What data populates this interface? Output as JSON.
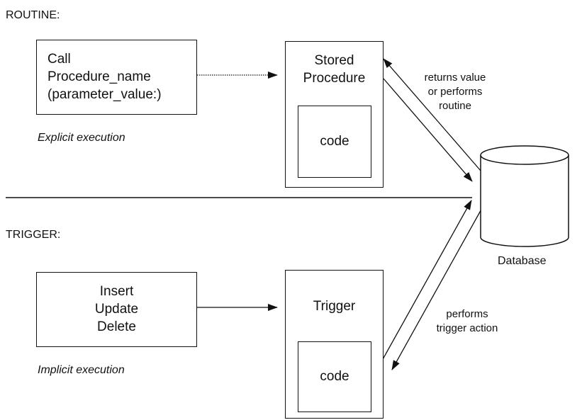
{
  "routine": {
    "section_label": "ROUTINE:",
    "call_lines": [
      "Call",
      "Procedure_name",
      "(parameter_value:)"
    ],
    "execution_label": "Explicit execution",
    "proc_title_lines": [
      "Stored",
      "Procedure"
    ],
    "code_label": "code",
    "return_note_lines": [
      "returns value",
      "or performs",
      "routine"
    ]
  },
  "trigger": {
    "section_label": "TRIGGER:",
    "event_lines": [
      "Insert",
      "Update",
      "Delete"
    ],
    "execution_label": "Implicit execution",
    "proc_title": "Trigger",
    "code_label": "code",
    "action_note_lines": [
      "performs",
      "trigger action"
    ]
  },
  "database": {
    "label": "Database"
  }
}
